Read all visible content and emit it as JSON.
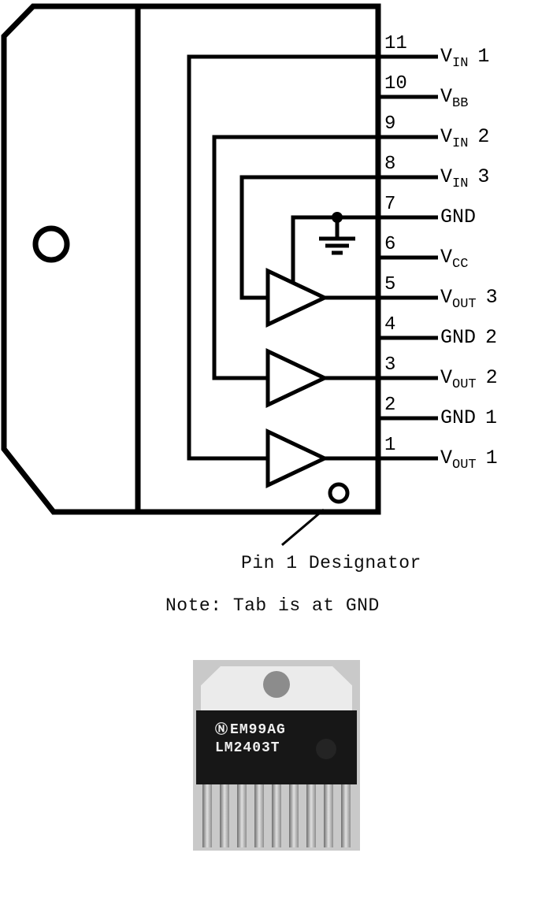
{
  "diagram": {
    "pins": [
      {
        "number": "11",
        "base": "V",
        "sub": "IN",
        "suffix": "1"
      },
      {
        "number": "10",
        "base": "V",
        "sub": "BB",
        "suffix": ""
      },
      {
        "number": "9",
        "base": "V",
        "sub": "IN",
        "suffix": "2"
      },
      {
        "number": "8",
        "base": "V",
        "sub": "IN",
        "suffix": "3"
      },
      {
        "number": "7",
        "base": "GND",
        "sub": "",
        "suffix": ""
      },
      {
        "number": "6",
        "base": "V",
        "sub": "CC",
        "suffix": ""
      },
      {
        "number": "5",
        "base": "V",
        "sub": "OUT",
        "suffix": "3"
      },
      {
        "number": "4",
        "base": "GND",
        "sub": "",
        "suffix": "2"
      },
      {
        "number": "3",
        "base": "V",
        "sub": "OUT",
        "suffix": "2"
      },
      {
        "number": "2",
        "base": "GND",
        "sub": "",
        "suffix": "1"
      },
      {
        "number": "1",
        "base": "V",
        "sub": "OUT",
        "suffix": "1"
      }
    ],
    "pin1_designator_label": "Pin 1 Designator",
    "note": "Note: Tab is at GND"
  },
  "chip_photo": {
    "logo_icon": "Ⓝ",
    "marking_line1": "EM99AG",
    "marking_line2": "LM2403T"
  },
  "colors": {
    "line": "#000000",
    "photo_background": "#c9c9c9",
    "chip_body": "#171717",
    "lead_metal": "#e0e0e0"
  }
}
